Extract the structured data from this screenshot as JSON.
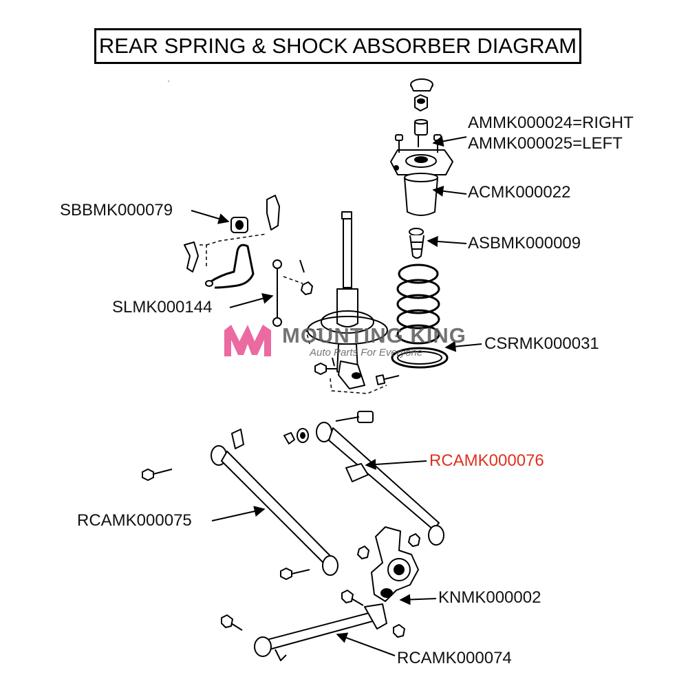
{
  "title": "REAR SPRING & SHOCK ABSORBER DIAGRAM",
  "brand": {
    "name": "MOUNTING KING",
    "tagline": "Auto Parts For Everyone",
    "logo_color": "#e8508f"
  },
  "parts": {
    "mount_right": "AMMK000024=RIGHT",
    "mount_left": "AMMK000025=LEFT",
    "dust_cover": "ACMK000022",
    "bump_stop": "ASBMK000009",
    "stabilizer_bushing": "SBBMK000079",
    "stabilizer_link": "SLMK000144",
    "coil_spring_rubber": "CSRMK000031",
    "control_arm_076": "RCAMK000076",
    "control_arm_075": "RCAMK000075",
    "knuckle": "KNMK000002",
    "control_arm_074": "RCAMK000074"
  },
  "highlight_color": "#e0301e"
}
